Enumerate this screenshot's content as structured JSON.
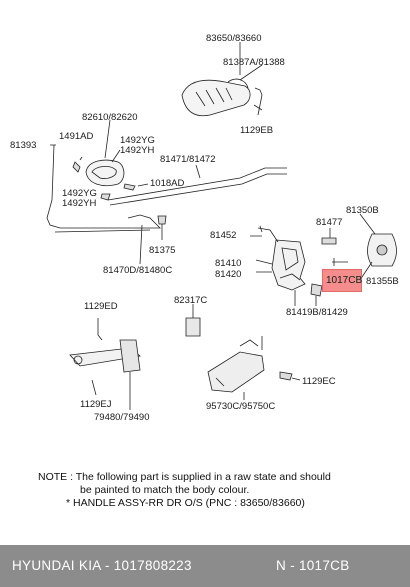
{
  "labels": [
    {
      "id": "p83650",
      "text": "83650/83660"
    },
    {
      "id": "p81387",
      "text": "81387A/81388"
    },
    {
      "id": "p1129eb",
      "text": "1129EB"
    },
    {
      "id": "p82610",
      "text": "82610/82620"
    },
    {
      "id": "p81393",
      "text": "81393"
    },
    {
      "id": "p1491ad",
      "text": "1491AD"
    },
    {
      "id": "p1492yg1",
      "text": "1492YG"
    },
    {
      "id": "p1492yh1",
      "text": "1492YH"
    },
    {
      "id": "p81471",
      "text": "81471/81472"
    },
    {
      "id": "p1492yg2",
      "text": "1492YG"
    },
    {
      "id": "p1492yh2",
      "text": "1492YH"
    },
    {
      "id": "p1018ad",
      "text": "1018AD"
    },
    {
      "id": "p81375",
      "text": "81375"
    },
    {
      "id": "p81470d",
      "text": "81470D/81480C"
    },
    {
      "id": "p81452",
      "text": "81452"
    },
    {
      "id": "p81350b",
      "text": "81350B"
    },
    {
      "id": "p81477",
      "text": "81477"
    },
    {
      "id": "p81410",
      "text": "81410"
    },
    {
      "id": "p81420",
      "text": "81420"
    },
    {
      "id": "p81355b",
      "text": "81355B"
    },
    {
      "id": "p81419b",
      "text": "81419B/81429"
    },
    {
      "id": "p1129ed",
      "text": "1129ED"
    },
    {
      "id": "p82317c",
      "text": "82317C"
    },
    {
      "id": "p1129ej",
      "text": "1129EJ"
    },
    {
      "id": "p79480",
      "text": "79480/79490"
    },
    {
      "id": "p1129ec",
      "text": "1129EC"
    },
    {
      "id": "p95730c",
      "text": "95730C/95750C"
    }
  ],
  "highlight": {
    "text": "1017CB",
    "color": "#f47a7a"
  },
  "note": {
    "line1": "NOTE : The following part is supplied in a raw state and should",
    "line2": "be painted to match the body colour.",
    "line3": "* HANDLE ASSY-RR DR O/S (PNC : 83650/83660)"
  },
  "footer": {
    "left": "HYUNDAI  KIA - 1017808223",
    "right": "N - 1017CB"
  }
}
